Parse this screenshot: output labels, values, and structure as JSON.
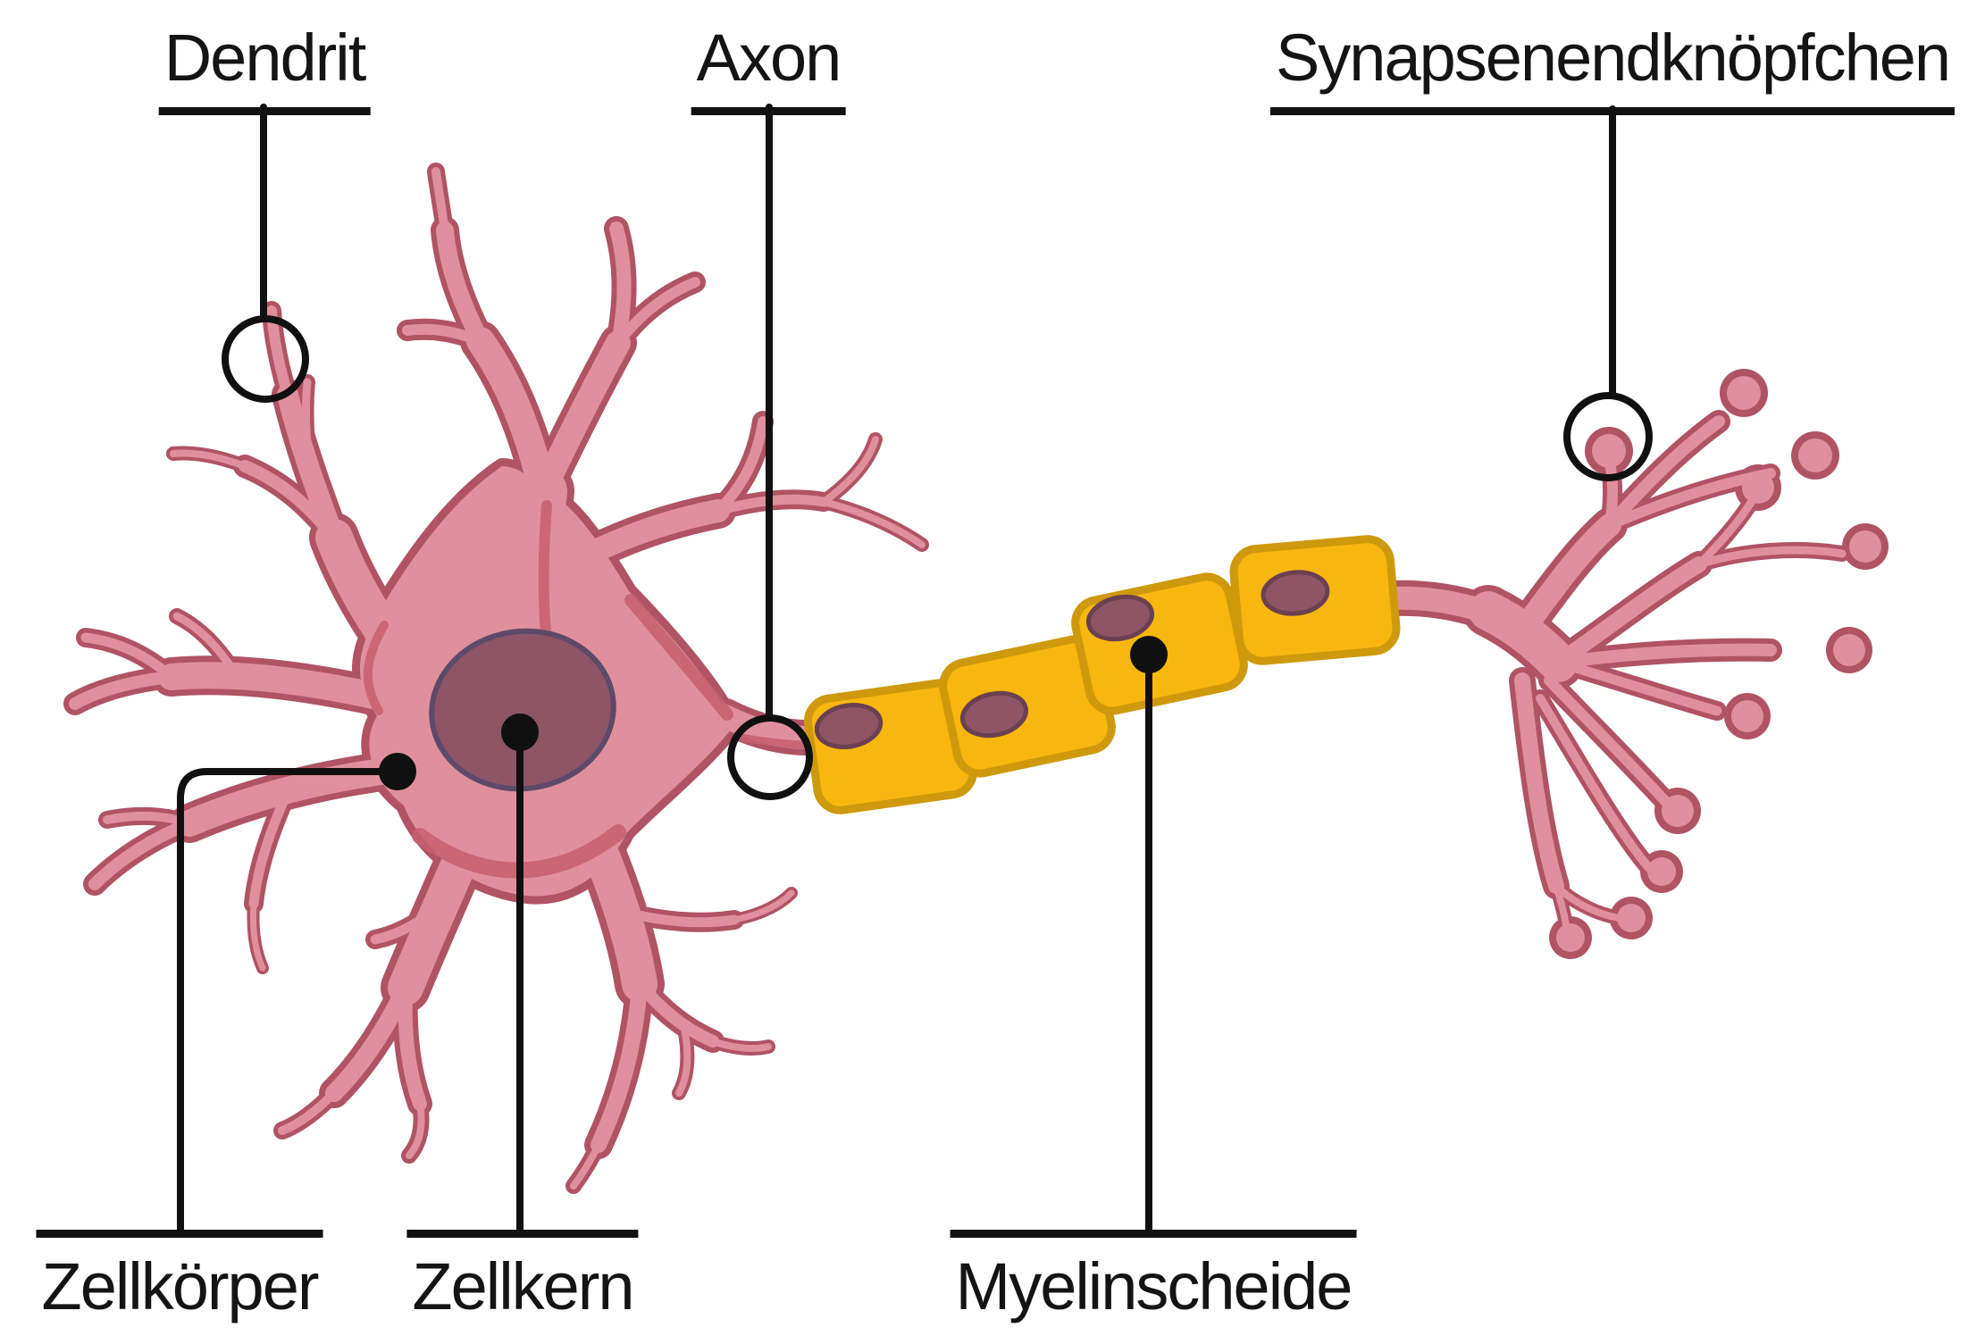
{
  "diagram": {
    "labels": {
      "dendrit": "Dendrit",
      "axon": "Axon",
      "synapsenendknoepfchen": "Synapsenendknöpfchen",
      "zellkoerper": "Zellkörper",
      "zellkern": "Zellkern",
      "myelinscheide": "Myelinscheide"
    },
    "parts": [
      {
        "id": "dendrit",
        "label": "Dendrit",
        "marker": "circle"
      },
      {
        "id": "axon",
        "label": "Axon",
        "marker": "circle"
      },
      {
        "id": "synapsenendknoepfchen",
        "label": "Synapsenendknöpfchen",
        "marker": "circle"
      },
      {
        "id": "zellkoerper",
        "label": "Zellkörper",
        "marker": "dot"
      },
      {
        "id": "zellkern",
        "label": "Zellkern",
        "marker": "dot"
      },
      {
        "id": "myelinscheide",
        "label": "Myelinscheide",
        "marker": "dot"
      }
    ],
    "colors": {
      "background": "#ffffff",
      "membrane_fill": "#E0909C",
      "membrane_outline": "#B05363",
      "membrane_shadow": "#C75F6E",
      "nucleus_fill": "#8D5566",
      "nucleus_outline": "#5D4A68",
      "myelin_fill": "#F7B70E",
      "myelin_outline": "#CE990C",
      "schwann_nucleus_fill": "#8E5566",
      "schwann_nucleus_outline": "#6B4051",
      "annotation": "#101010",
      "label_text": "#141414"
    }
  }
}
